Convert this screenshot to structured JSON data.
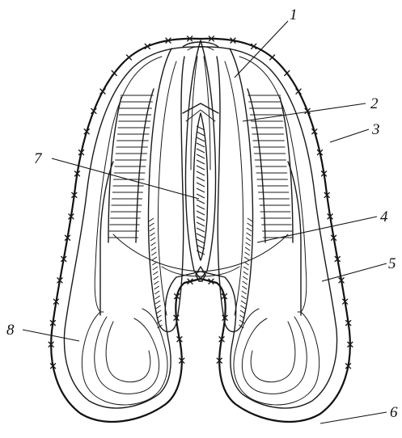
{
  "figure": {
    "labels": [
      {
        "id": "l1",
        "text": "1"
      },
      {
        "id": "l2",
        "text": "2"
      },
      {
        "id": "l3",
        "text": "3"
      },
      {
        "id": "l4",
        "text": "4"
      },
      {
        "id": "l5",
        "text": "5"
      },
      {
        "id": "l6",
        "text": "6"
      },
      {
        "id": "l7",
        "text": "7"
      },
      {
        "id": "l8",
        "text": "8"
      }
    ]
  }
}
